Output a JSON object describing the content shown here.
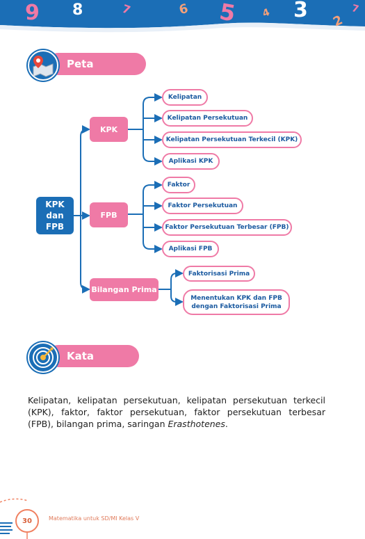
{
  "banner": {
    "digits": [
      "9",
      "8",
      "7",
      "6",
      "5",
      "4",
      "3",
      "2",
      "7"
    ],
    "colors": {
      "wave": "#1b6eb6",
      "accent": "#ef7aa6"
    }
  },
  "concept_map_section": {
    "title": "Peta Konsep",
    "icon": "map-pin-icon"
  },
  "concept_map": {
    "root": {
      "line1": "KPK",
      "line2": "dan",
      "line3": "FPB"
    },
    "branches": [
      {
        "label": "KPK",
        "leaves": [
          "Kelipatan",
          "Kelipatan Persekutuan",
          "Kelipatan Persekutuan Terkecil (KPK)",
          "Aplikasi KPK"
        ]
      },
      {
        "label": "FPB",
        "leaves": [
          "Faktor",
          "Faktor Persekutuan",
          "Faktor Persekutuan Terbesar (FPB)",
          "Aplikasi FPB"
        ]
      },
      {
        "label": "Bilangan Prima",
        "leaves": [
          "Faktorisasi Prima",
          "Menentukan KPK dan FPB dengan Faktorisasi Prima"
        ]
      }
    ]
  },
  "keywords_section": {
    "title": "Kata Kunci",
    "icon": "target-icon",
    "text_main": "Kelipatan, kelipatan persekutuan, kelipatan persekutuan terkecil (KPK), faktor, faktor persekutuan, faktor persekutuan terbesar (FPB), bilangan prima, saringan ",
    "text_italic": "Erasthotenes",
    "text_end": "."
  },
  "footer": {
    "page_number": "30",
    "book_title": "Matematika untuk SD/MI Kelas V"
  }
}
